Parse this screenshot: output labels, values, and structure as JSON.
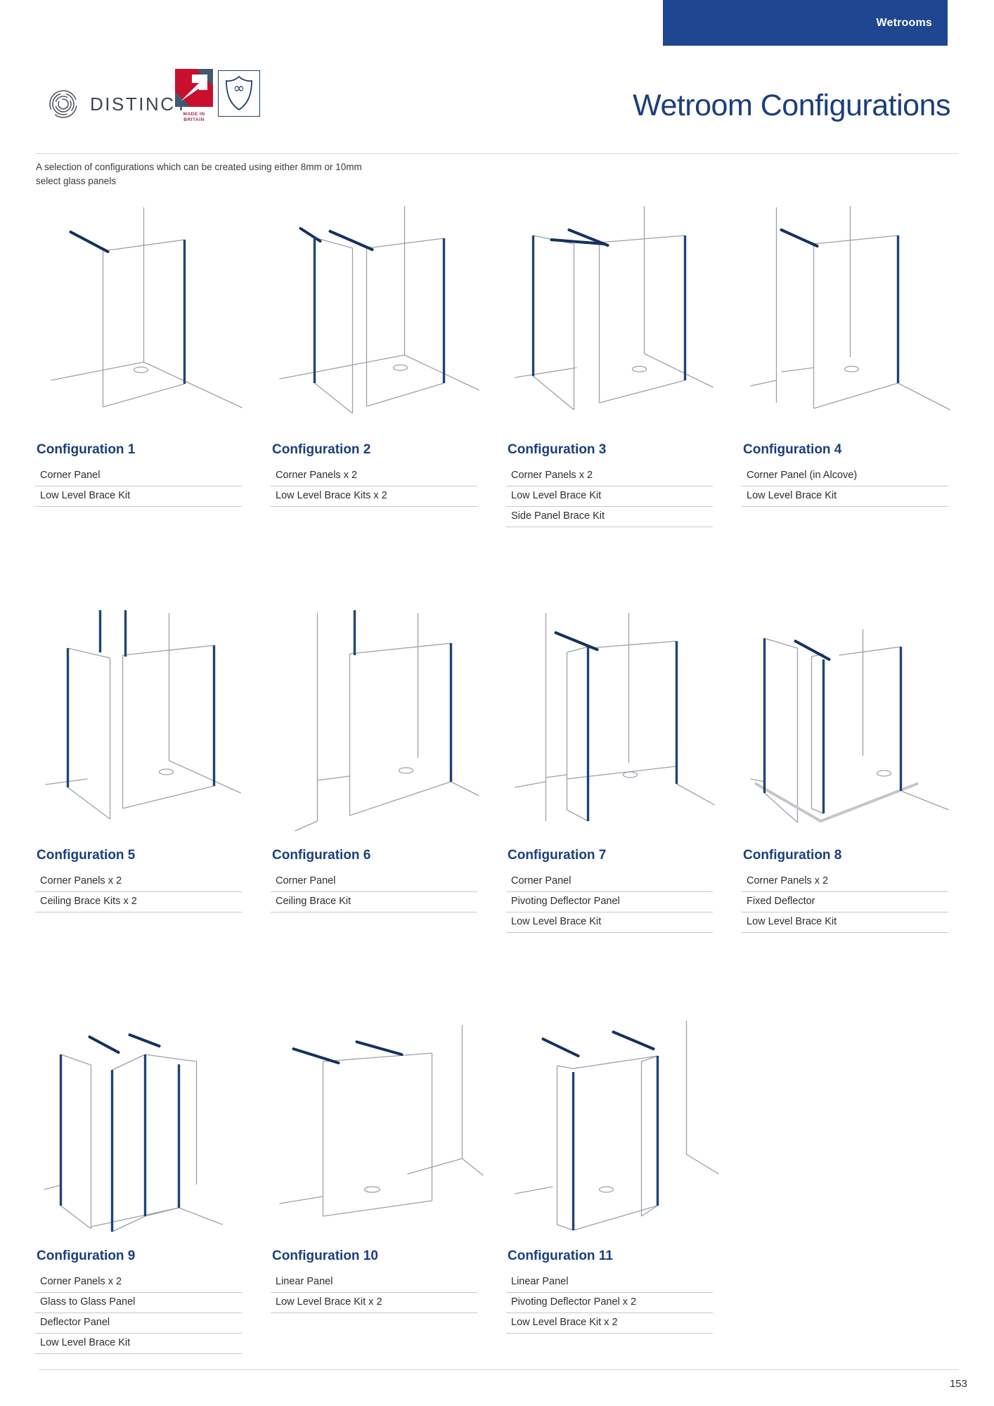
{
  "header": {
    "tab_label": "Wetrooms",
    "brand": "DISTINCT",
    "made_in_britain_line1": "MADE IN",
    "made_in_britain_line2": "BRITAIN",
    "title": "Wetroom Configurations",
    "subtitle_line1": "A selection of configurations which can be created using either 8mm or 10mm",
    "subtitle_line2": "select glass panels"
  },
  "icons": {
    "brand_rings": "distinct-rings-icon",
    "made_in_britain": "made-in-britain-arrow-icon",
    "shield": "shield-infinity-icon"
  },
  "colors": {
    "navy_title": "#1c3e7c",
    "tab_background": "#1f4690",
    "wireframe_gray": "#9aa1aa",
    "panel_edge_blue": "#1d4478",
    "brace_navy": "#14315e",
    "underline_gray": "#c9c9c9",
    "made_in_britain_red": "#c8102e"
  },
  "footer": {
    "page_number": "153"
  },
  "configurations": [
    {
      "title": "Configuration 1",
      "items": [
        "Corner Panel",
        "Low Level Brace Kit"
      ]
    },
    {
      "title": "Configuration 2",
      "items": [
        "Corner Panels x 2",
        "Low Level Brace Kits x 2"
      ]
    },
    {
      "title": "Configuration 3",
      "items": [
        "Corner Panels x 2",
        "Low Level Brace Kit",
        "Side Panel Brace Kit"
      ]
    },
    {
      "title": "Configuration 4",
      "items": [
        "Corner Panel (in Alcove)",
        "Low Level Brace Kit"
      ]
    },
    {
      "title": "Configuration 5",
      "items": [
        "Corner Panels x 2",
        "Ceiling Brace Kits x 2"
      ]
    },
    {
      "title": "Configuration 6",
      "items": [
        "Corner Panel",
        "Ceiling Brace Kit"
      ]
    },
    {
      "title": "Configuration 7",
      "items": [
        "Corner Panel",
        "Pivoting Deflector Panel",
        "Low Level Brace Kit"
      ]
    },
    {
      "title": "Configuration 8",
      "items": [
        "Corner Panels x 2",
        "Fixed Deflector",
        "Low Level Brace Kit"
      ]
    },
    {
      "title": "Configuration 9",
      "items": [
        "Corner Panels x 2",
        "Glass to Glass Panel",
        "Deflector Panel",
        "Low Level Brace Kit"
      ]
    },
    {
      "title": "Configuration 10",
      "items": [
        "Linear Panel",
        "Low Level Brace Kit x 2"
      ]
    },
    {
      "title": "Configuration 11",
      "items": [
        "Linear Panel",
        "Pivoting Deflector Panel x 2",
        "Low Level Brace Kit x 2"
      ]
    }
  ]
}
